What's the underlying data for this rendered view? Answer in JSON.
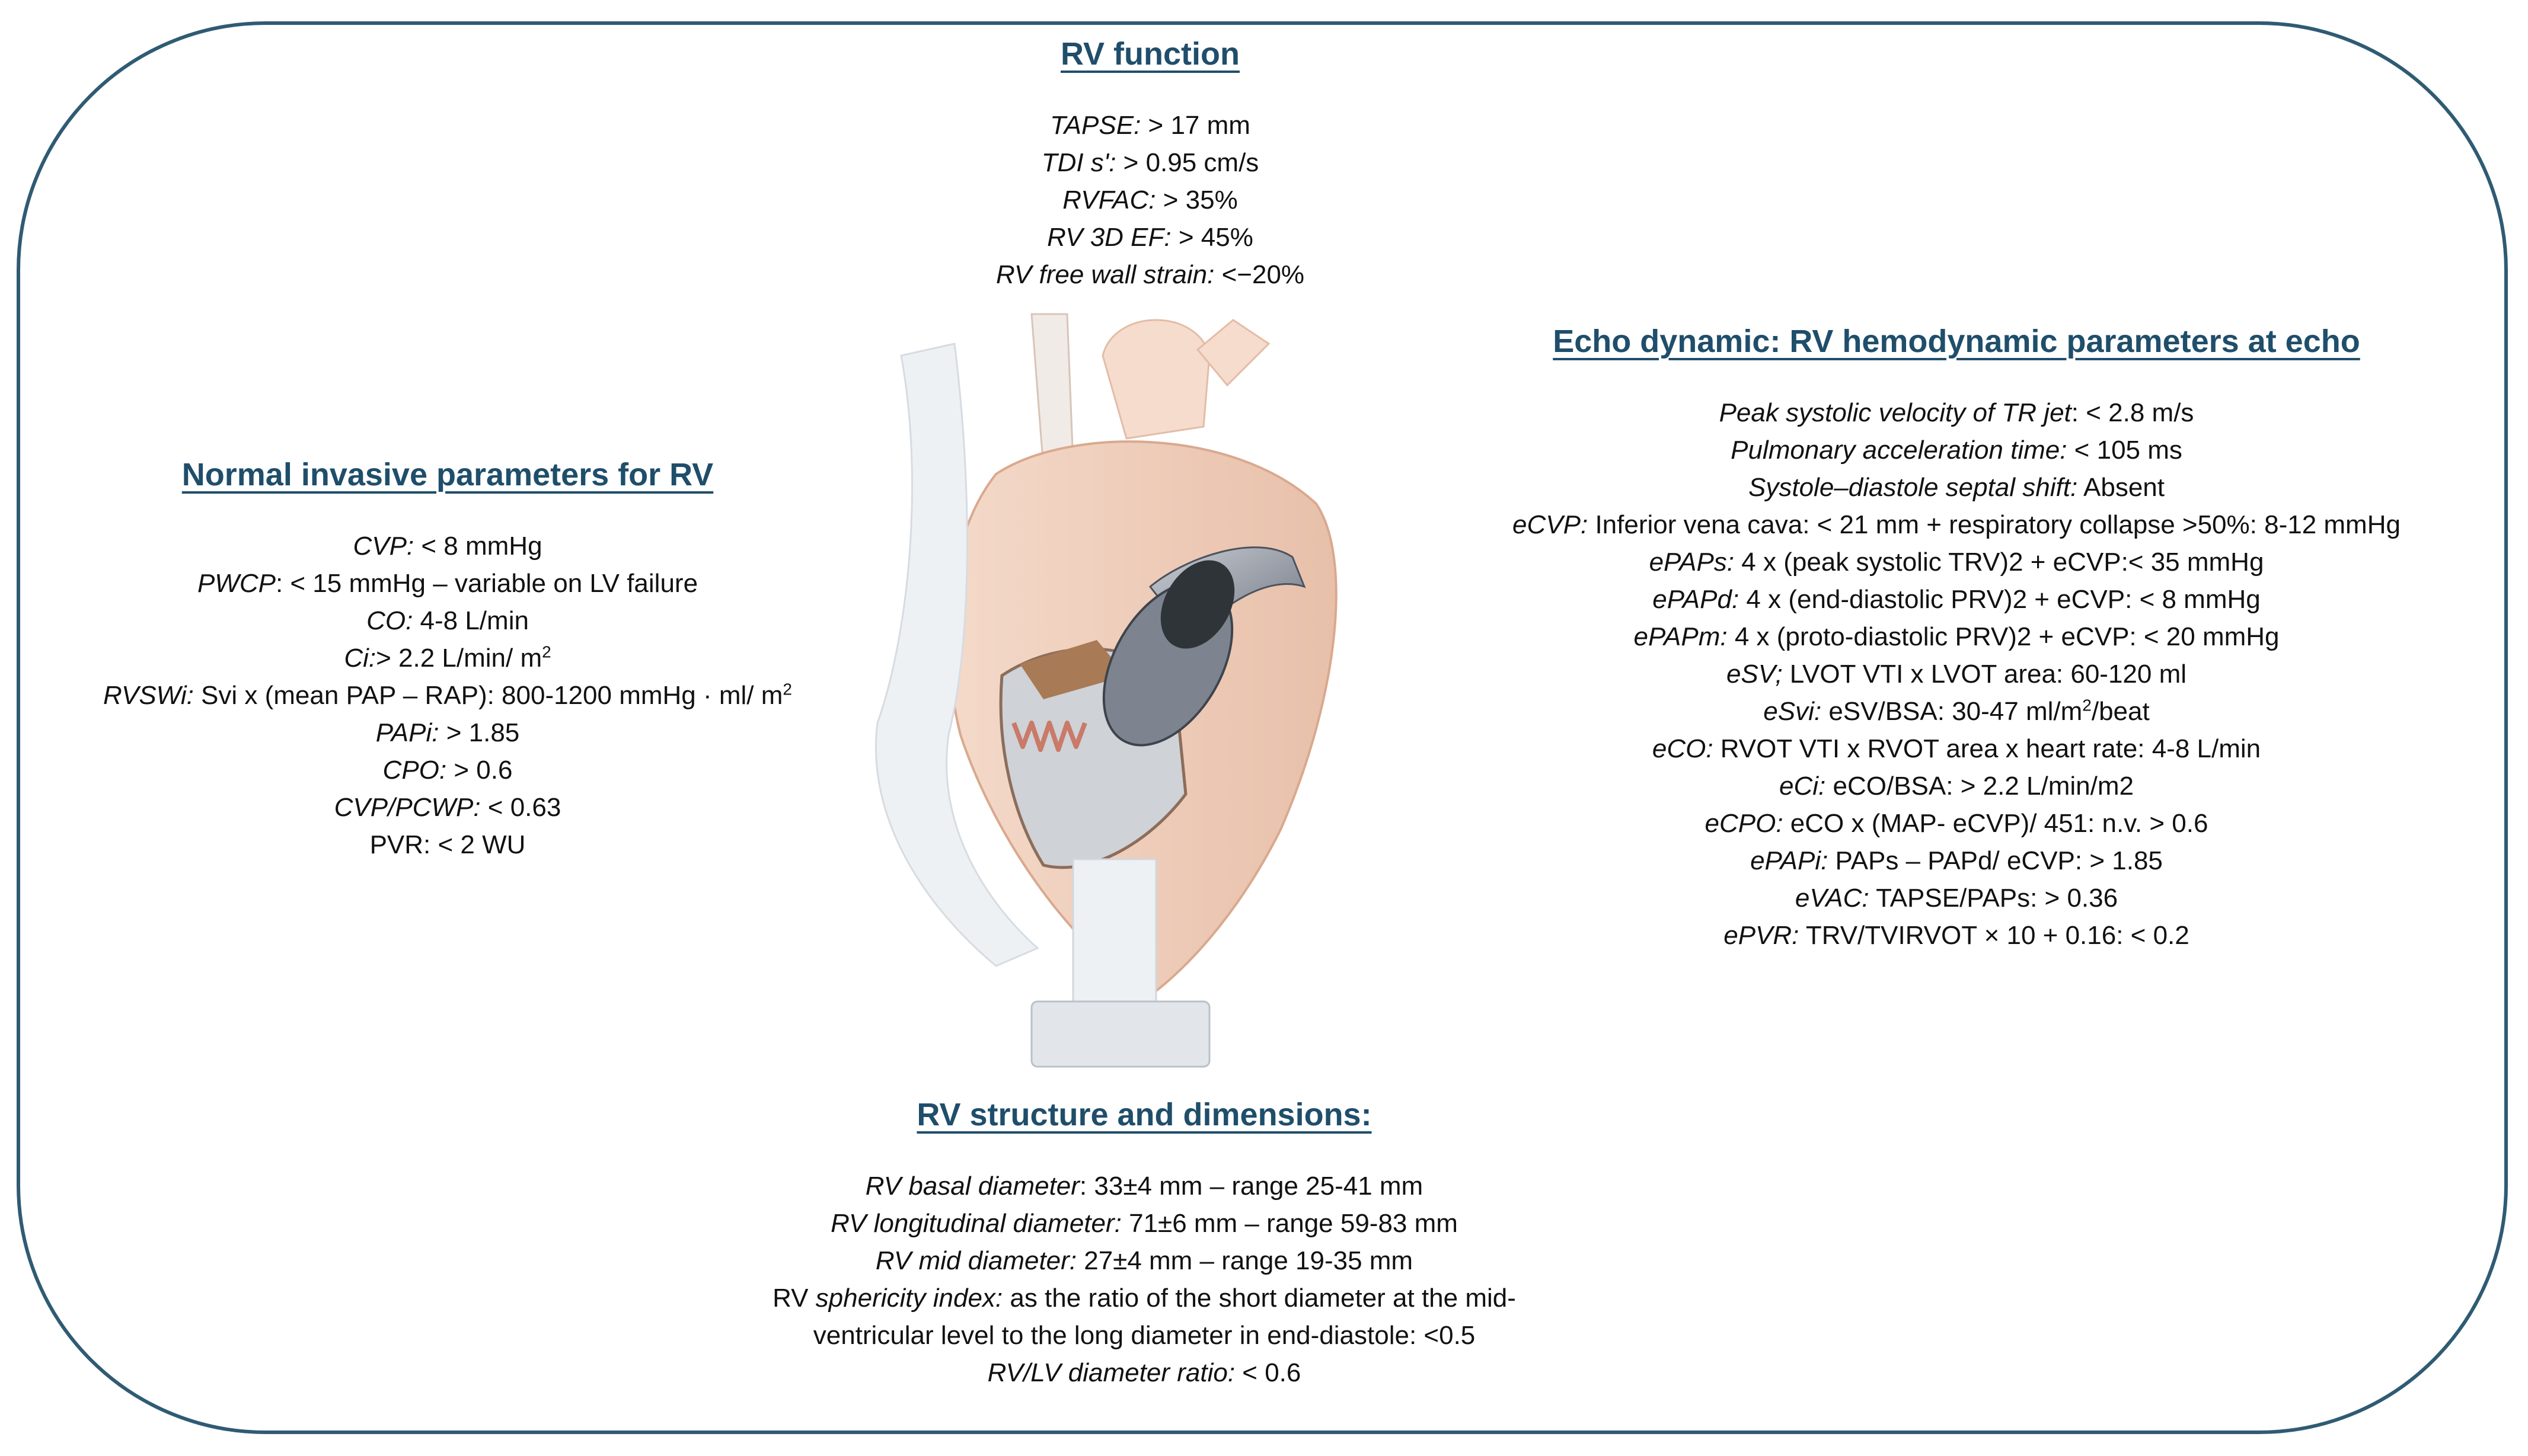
{
  "rv_function": {
    "title": "RV function",
    "lines": [
      {
        "label": "TAPSE:",
        "value": " > 17 mm"
      },
      {
        "label": "TDI s':",
        "value": " > 0.95 cm/s"
      },
      {
        "label": "RVFAC:",
        "value": " > 35%"
      },
      {
        "label": "RV 3D EF:",
        "value": "  > 45%"
      },
      {
        "label": "RV free wall strain:",
        "value": " <−20%"
      }
    ]
  },
  "normal_invasive": {
    "title": "Normal invasive parameters for RV",
    "lines": [
      {
        "label": "CVP:",
        "value": " < 8 mmHg"
      },
      {
        "label": "PWCP",
        "value": ": < 15 mmHg – variable on LV failure"
      },
      {
        "label": "CO:",
        "value": " 4-8 L/min"
      },
      {
        "label": "Ci:",
        "value": "> 2.2 L/min/ m",
        "sup": "2"
      },
      {
        "label": "RVSWi:",
        "value": " Svi x (mean PAP – RAP): 800-1200 mmHg · ml/ m",
        "sup": "2"
      },
      {
        "label": "PAPi:",
        "value": " > 1.85"
      },
      {
        "label": "CPO:",
        "value": " > 0.6"
      },
      {
        "label": "CVP/PCWP:",
        "value": " < 0.63"
      },
      {
        "label": "",
        "value": "PVR: < 2 WU"
      }
    ]
  },
  "echo_dynamic": {
    "title": "Echo dynamic: RV hemodynamic parameters at echo",
    "lines": [
      {
        "label": "Peak systolic velocity of TR jet",
        "value": ": < 2.8 m/s"
      },
      {
        "label": "Pulmonary acceleration time:",
        "value": " < 105 ms"
      },
      {
        "label": "Systole–diastole septal shift:",
        "value": " Absent"
      },
      {
        "label": "eCVP:",
        "value": " Inferior vena cava: < 21 mm + respiratory collapse >50%: 8-12 mmHg"
      },
      {
        "label": "ePAPs:",
        "value": " 4 x (peak systolic TRV)2 + eCVP:< 35 mmHg"
      },
      {
        "label": "ePAPd:",
        "value": " 4 x (end-diastolic PRV)2 + eCVP: < 8 mmHg"
      },
      {
        "label": "ePAPm:",
        "value": " 4 x (proto-diastolic PRV)2 + eCVP: < 20 mmHg"
      },
      {
        "label": "eSV;",
        "value": " LVOT VTI x LVOT area: 60-120 ml"
      },
      {
        "label": "eSvi:",
        "value": " eSV/BSA: 30-47 ml/m",
        "sup": "2",
        "after": "/beat"
      },
      {
        "label": "eCO:",
        "value": " RVOT VTI x RVOT area x heart rate: 4-8 L/min"
      },
      {
        "label": "eCi:",
        "value": " eCO/BSA: > 2.2 L/min/m2"
      },
      {
        "label": "eCPO:",
        "value": " eCO x (MAP- eCVP)/ 451: n.v. > 0.6"
      },
      {
        "label": "ePAPi:",
        "value": " PAPs – PAPd/ eCVP: > 1.85"
      },
      {
        "label": "eVAC:",
        "value": " TAPSE/PAPs: > 0.36"
      },
      {
        "label": "ePVR:",
        "value": " TRV/TVIRVOT × 10 + 0.16: < 0.2"
      }
    ]
  },
  "rv_structure": {
    "title": "RV structure and dimensions:",
    "lines": [
      {
        "label": "RV basal diameter",
        "value": ":  33±4 mm – range 25-41 mm"
      },
      {
        "label": "RV longitudinal diameter:",
        "value": " 71±6 mm – range 59-83 mm"
      },
      {
        "label": "RV mid diameter:",
        "value": " 27±4 mm – range 19-35 mm"
      },
      {
        "label": "",
        "value": "RV ",
        "label2": "sphericity index:",
        "value2": " as the ratio of the short diameter at the mid-"
      },
      {
        "label": "",
        "value": "ventricular level to the long diameter in end-diastole: <0.5"
      },
      {
        "label": "RV/LV diameter ratio:",
        "value": " < 0.6"
      }
    ]
  },
  "colors": {
    "heading": "#1f4e6b",
    "frame": "#2f5b73"
  }
}
